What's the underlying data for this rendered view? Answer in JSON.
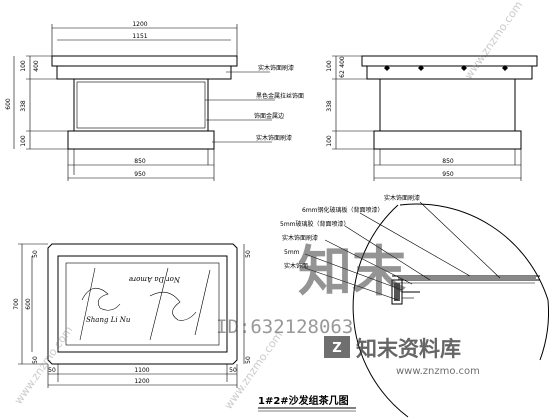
{
  "front_view": {
    "dims_top": [
      "1200",
      "1151"
    ],
    "dims_left": [
      "600",
      "100",
      "400",
      "338",
      "100"
    ],
    "dims_bottom": [
      "850",
      "950"
    ],
    "leaders": [
      "实木饰面刷漆",
      "黑色金属拉丝饰面",
      "饰面金属边",
      "实木饰面刷漆"
    ]
  },
  "side_view": {
    "dims_left": [
      "100",
      "400",
      "62",
      "338",
      "100"
    ],
    "dims_bottom": [
      "850",
      "950"
    ]
  },
  "plan_view": {
    "dims_left": [
      "700",
      "600",
      "50",
      "50"
    ],
    "dims_right": [
      "50",
      "50"
    ],
    "dims_bottom": [
      "1100",
      "1200",
      "50",
      "50"
    ],
    "script_text": [
      "Nor Da Amore",
      "Shang Li Nu"
    ]
  },
  "detail": {
    "notes": [
      "实木饰面刷漆",
      "6mm钢化玻璃板（背面喷漆）",
      "5mm玻璃胶（背面喷漆）",
      "实木饰面刷漆",
      "5mm",
      "实木饰面"
    ]
  },
  "drawing_title": "1#2#沙发组茶几图",
  "watermark": {
    "brand_glyphs": "知末",
    "id_text": "ID:632128063",
    "site_name": "知末资料库",
    "site_url": "www.znzmo.com",
    "diagonal_text": "www.znzmo.com"
  }
}
